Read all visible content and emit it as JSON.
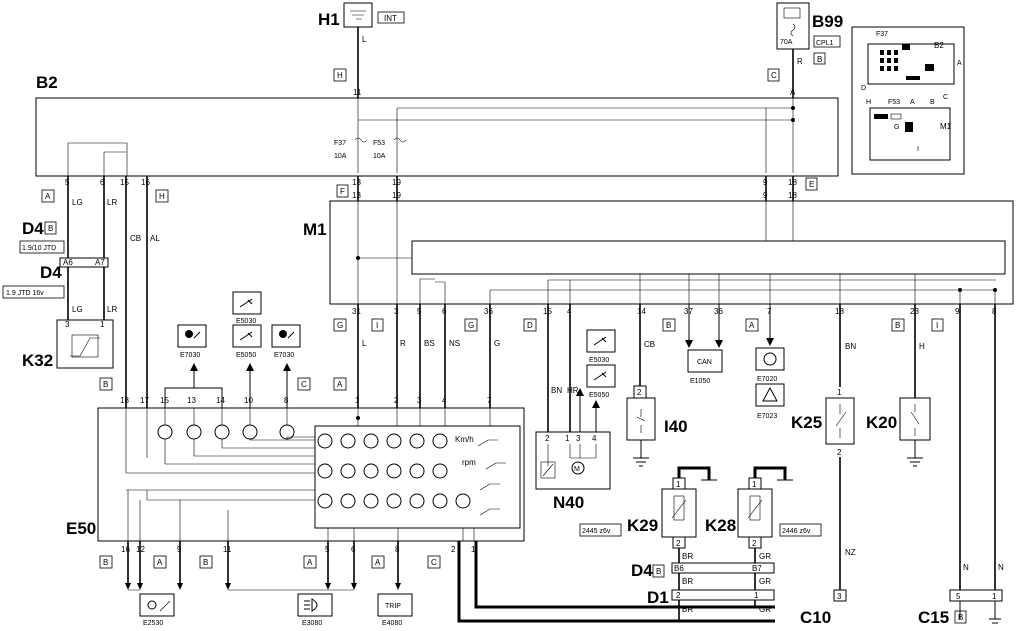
{
  "components": {
    "H1": "H1",
    "INT": "INT",
    "B99": "B99",
    "CPL1": "CPL1",
    "fuse70": "70A",
    "B2": "B2",
    "M1": "M1",
    "E50": "E50",
    "D4": "D4",
    "K32": "K32",
    "N40": "N40",
    "I40": "I40",
    "K25": "K25",
    "K20": "K20",
    "K29": "K29",
    "K28": "K28",
    "D1": "D1",
    "C10": "C10",
    "C15": "C15"
  },
  "fuses": {
    "f37_name": "F37",
    "f37_rating": "10A",
    "f53_name": "F53",
    "f53_rating": "10A"
  },
  "variants": {
    "d4_top": "1.9/10 JTD",
    "d4_bottom": "1.9 JTD 16v",
    "k29": "2445 z6v",
    "k28": "2446 z6v"
  },
  "connectors": {
    "H": "H",
    "C": "C",
    "B": "B",
    "A": "A",
    "F": "F",
    "E": "E",
    "G": "G",
    "I": "I",
    "D": "D"
  },
  "pins": {
    "p1": "1",
    "p2": "2",
    "p3": "3",
    "p4": "4",
    "p5": "5",
    "p6": "6",
    "p7": "7",
    "p8": "8",
    "p9": "9",
    "p10": "10",
    "p11": "11",
    "p12": "12",
    "p13": "13",
    "p14": "14",
    "p15": "15",
    "p16": "16",
    "p17": "17",
    "p18": "18",
    "p19": "19",
    "p23": "23",
    "p36": "36",
    "p37": "37",
    "p31": "31",
    "A6": "A6",
    "A7": "A7",
    "B6": "B6",
    "B7": "B7",
    "A": "A"
  },
  "wires": {
    "L": "L",
    "R": "R",
    "LG": "LG",
    "LR": "LR",
    "CB": "CB",
    "AL": "AL",
    "BS": "BS",
    "NS": "NS",
    "G": "G",
    "BN": "BN",
    "HR": "HR",
    "H": "H",
    "N": "N",
    "NZ": "NZ",
    "BR": "BR",
    "GR": "GR"
  },
  "refs": {
    "E7030": "E7030",
    "E5050": "E5050",
    "E5030": "E5030",
    "E1050": "E1050",
    "E7020": "E7020",
    "E7023": "E7023",
    "E2530": "E2530",
    "E3080": "E3080",
    "E4080": "E4080",
    "trip": "TRIP",
    "can": "CAN"
  },
  "gauges": {
    "speed": "Km/h",
    "rpm": "rpm"
  },
  "inset": {
    "F37": "F37",
    "B2": "B2",
    "A": "A",
    "D": "D",
    "F53": "F53",
    "B": "B",
    "C": "C",
    "H": "H",
    "G": "G",
    "M1": "M1",
    "I": "I"
  }
}
